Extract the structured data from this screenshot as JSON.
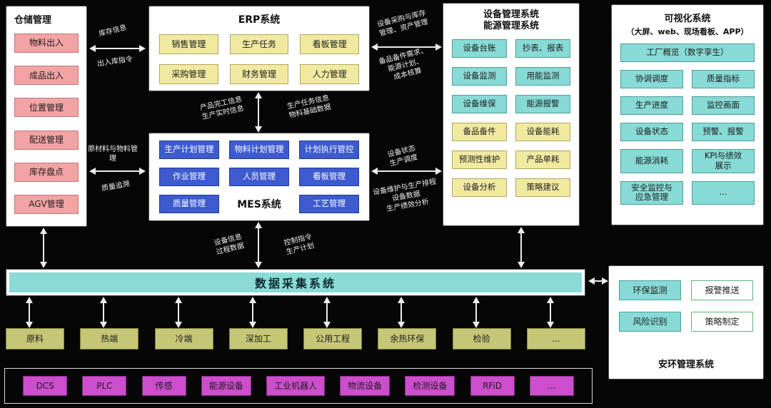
{
  "panels": {
    "warehouse": {
      "title": "仓储管理",
      "items": [
        "物料出入",
        "成品出入",
        "位置管理",
        "配送管理",
        "库存盘点",
        "AGV管理"
      ]
    },
    "erp": {
      "title": "ERP系统",
      "items": [
        "销售管理",
        "生产任务",
        "看板管理",
        "采购管理",
        "财务管理",
        "人力管理"
      ]
    },
    "mes": {
      "title": "MES系统",
      "items": [
        "生产计划管理",
        "物料计划管理",
        "计划执行管控",
        "作业管理",
        "人员管理",
        "看板管理",
        "质量管理",
        "工艺管理"
      ]
    },
    "equipment": {
      "title_line1": "设备管理系统",
      "title_line2": "能源管理系统",
      "items": [
        "设备台账",
        "抄表、报表",
        "设备监测",
        "用能监测",
        "设备维保",
        "能源报警",
        "备品备件",
        "设备能耗",
        "预测性维护",
        "产品单耗",
        "设备分析",
        "策略建议"
      ]
    },
    "visualization": {
      "title": "可视化系统",
      "subtitle": "（大屏、web、现场看板、APP）",
      "featured": "工厂概览（数字孪生）",
      "items": [
        "协调调度",
        "质量指标",
        "生产进度",
        "监控画面",
        "设备状态",
        "预警、报警",
        "能源消耗",
        "KPI与绩效\n展示",
        "安全监控与\n应急管理",
        "..."
      ]
    },
    "daq": {
      "title": "数据采集系统"
    },
    "process": {
      "items": [
        "原料",
        "热端",
        "冷端",
        "深加工",
        "公用工程",
        "余热环保",
        "检验",
        "..."
      ]
    },
    "devices": {
      "items": [
        "DCS",
        "PLC",
        "传感",
        "能源设备",
        "工业机器人",
        "物流设备",
        "检测设备",
        "RFiD",
        "..."
      ]
    },
    "safety": {
      "title": "安环管理系统",
      "items": [
        "环保监测",
        "报警推送",
        "风险识别",
        "策略制定"
      ]
    }
  },
  "flow_labels": {
    "wh_erp_top": "库存信息",
    "wh_erp_bottom": "出入库指令",
    "wh_mes_top": "原材料与物料管理",
    "wh_mes_bottom": "质量追溯",
    "erp_mes_left": "产品完工信息\n生产实时信息",
    "erp_mes_right": "生产任务信息\n物料基础数据",
    "erp_eq_top": "设备采购与库存\n管理、资产管理",
    "erp_eq_bottom": "备品备件需求、\n能源计划、\n成本核算",
    "mes_eq_top": "设备状态\n生产调度",
    "mes_eq_bottom": "设备维护与生产排程\n设备数据\n生产绩效分析",
    "mes_daq_left": "设备信息\n过程数据",
    "mes_daq_right": "控制指令\n生产计划"
  },
  "colors": {
    "pink": "#F2A3A3",
    "yellow": "#F0E9A0",
    "blue": "#3D5ACF",
    "teal": "#87DAD5",
    "olive": "#C6C776",
    "magenta": "#CC4ECC",
    "daq_bar": "#8ADBD6",
    "background": "#060606"
  }
}
